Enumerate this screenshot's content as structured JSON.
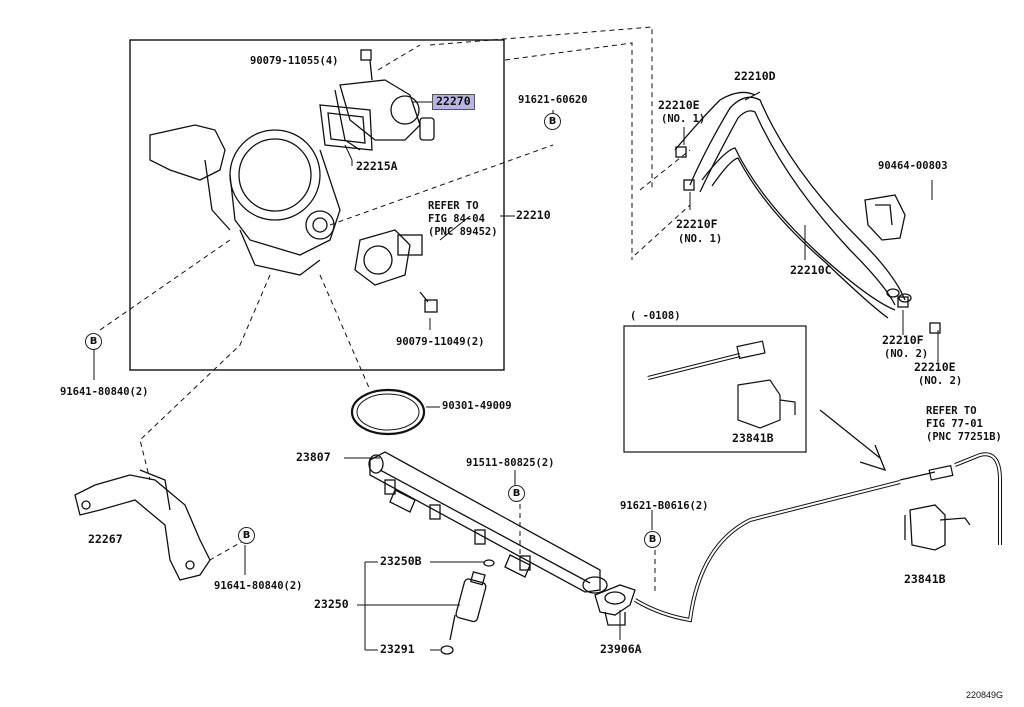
{
  "diagram_code": "220849G",
  "highlight_part": "22270",
  "accent_color": "#b7b3e8",
  "labels": {
    "p90079_11055": "90079-11055(4)",
    "p22270": "22270",
    "p91621_60620": "91621-60620",
    "p22215A": "22215A",
    "refer84_1": "REFER TO",
    "refer84_2": "FIG 84-04",
    "refer84_3": "(PNC 89452)",
    "p22210": "22210",
    "p90079_11049": "90079-11049(2)",
    "p91641_a": "91641-80840(2)",
    "p90301": "90301-49009",
    "p22210D": "22210D",
    "p22210E1": "22210E",
    "no1a": "(NO. 1)",
    "p22210F1": "22210F",
    "no1b": "(NO. 1)",
    "p90464": "90464-00803",
    "p22210C": "22210C",
    "p22210F2": "22210F",
    "no2a": "(NO. 2)",
    "p22210E2": "22210E",
    "no2b": "(NO. 2)",
    "inset_title": "(      -0108)",
    "p23841B_a": "23841B",
    "refer77_1": "REFER TO",
    "refer77_2": "FIG 77-01",
    "refer77_3": "(PNC 77251B)",
    "p23807": "23807",
    "p91511": "91511-80825(2)",
    "p91621_b": "91621-B0616(2)",
    "p22267": "22267",
    "p91641_b": "91641-80840(2)",
    "p23250B": "23250B",
    "p23250": "23250",
    "p23291": "23291",
    "p23906A": "23906A",
    "p23841B_b": "23841B",
    "markB": "B"
  }
}
